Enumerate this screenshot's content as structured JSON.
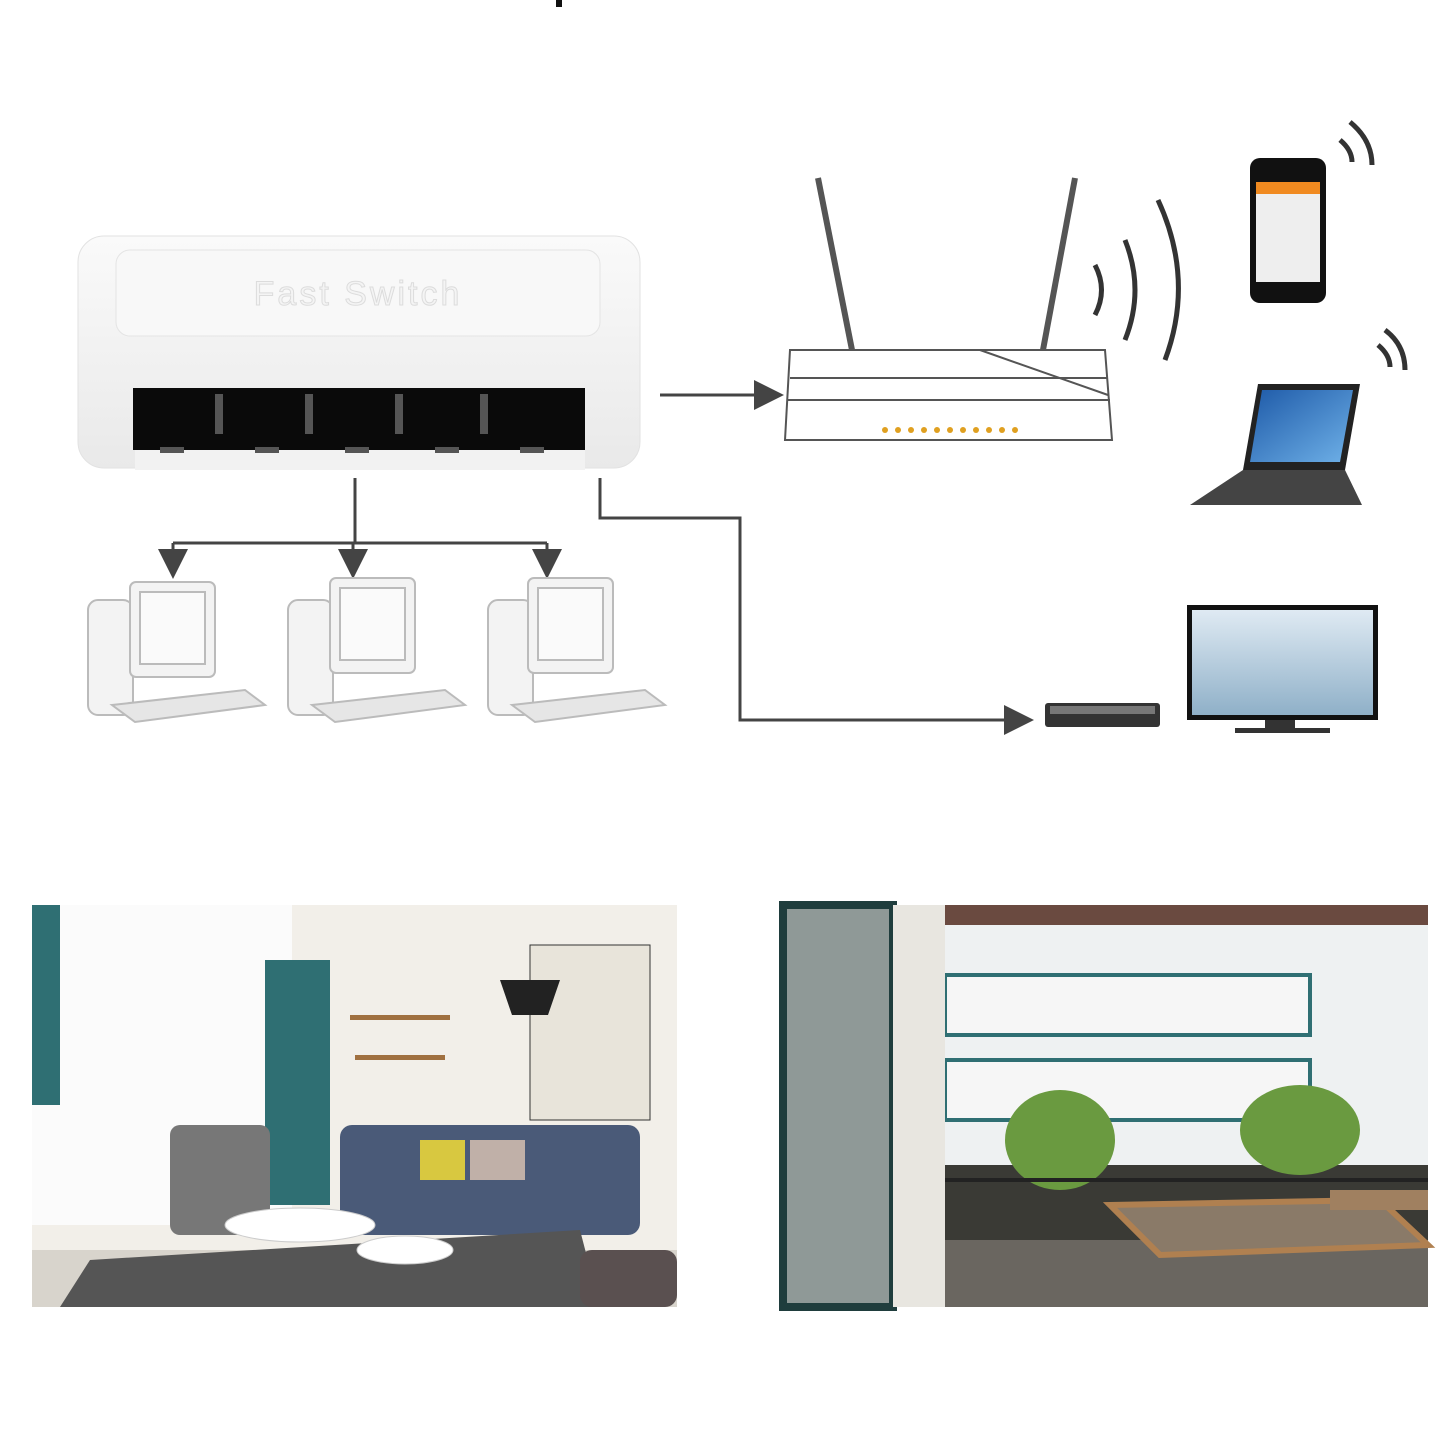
{
  "switch": {
    "label": "Fast Switch",
    "port_count": 5
  },
  "colors": {
    "line": "#444444",
    "switch_body": "#f7f7f7",
    "port": "#0a0a0a",
    "router_led": "#e0a020",
    "wall": "#f2efe9",
    "sofa": "#4a5a78",
    "curtain": "#2f6f73",
    "office_frame": "#1f3d3d"
  },
  "devices": [
    "fast-switch",
    "wireless-router",
    "smartphone",
    "laptop",
    "desktop-pc",
    "desktop-pc",
    "desktop-pc",
    "set-top-box",
    "tv"
  ],
  "photos": [
    "living-room",
    "office"
  ]
}
